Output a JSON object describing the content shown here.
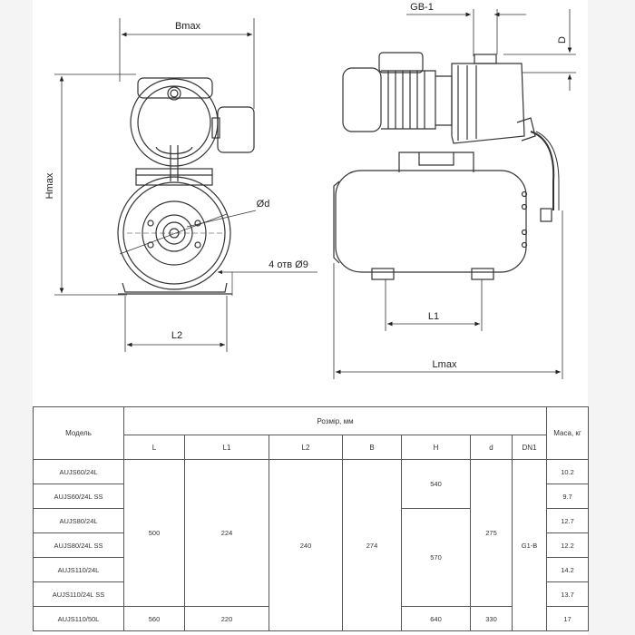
{
  "drawing": {
    "front": {
      "width_label": "Bmax",
      "height_label": "Hmax",
      "diameter_label": "Ød",
      "bottom_width_label": "L2",
      "holes_label": "4 отв Ø9"
    },
    "side": {
      "thread_label": "GB-1",
      "d_label": "D",
      "l1_label": "L1",
      "length_label": "Lmax"
    }
  },
  "table": {
    "model_header": "Модель",
    "size_header": "Розмір, мм",
    "mass_header": "Маса, кг",
    "columns": [
      "L",
      "L1",
      "L2",
      "B",
      "H",
      "d",
      "DN1"
    ],
    "rows": [
      {
        "model": "AUJS60/24L",
        "mass": "10.2"
      },
      {
        "model": "AUJS60/24L SS",
        "mass": "9.7"
      },
      {
        "model": "AUJS80/24L",
        "mass": "12.7"
      },
      {
        "model": "AUJS80/24L SS",
        "mass": "12.2"
      },
      {
        "model": "AUJS110/24L",
        "mass": "14.2"
      },
      {
        "model": "AUJS110/24L SS",
        "mass": "13.7"
      },
      {
        "model": "AUJS110/50L",
        "mass": "17"
      }
    ],
    "group24": {
      "L": "500",
      "L1": "224",
      "L2": "240",
      "B": "274",
      "d": "275",
      "DN1": "G1-B"
    },
    "h_values": {
      "h60": "540",
      "h80_110": "570",
      "h50": "640"
    },
    "row50": {
      "L": "560",
      "L1": "220",
      "d": "330"
    }
  }
}
